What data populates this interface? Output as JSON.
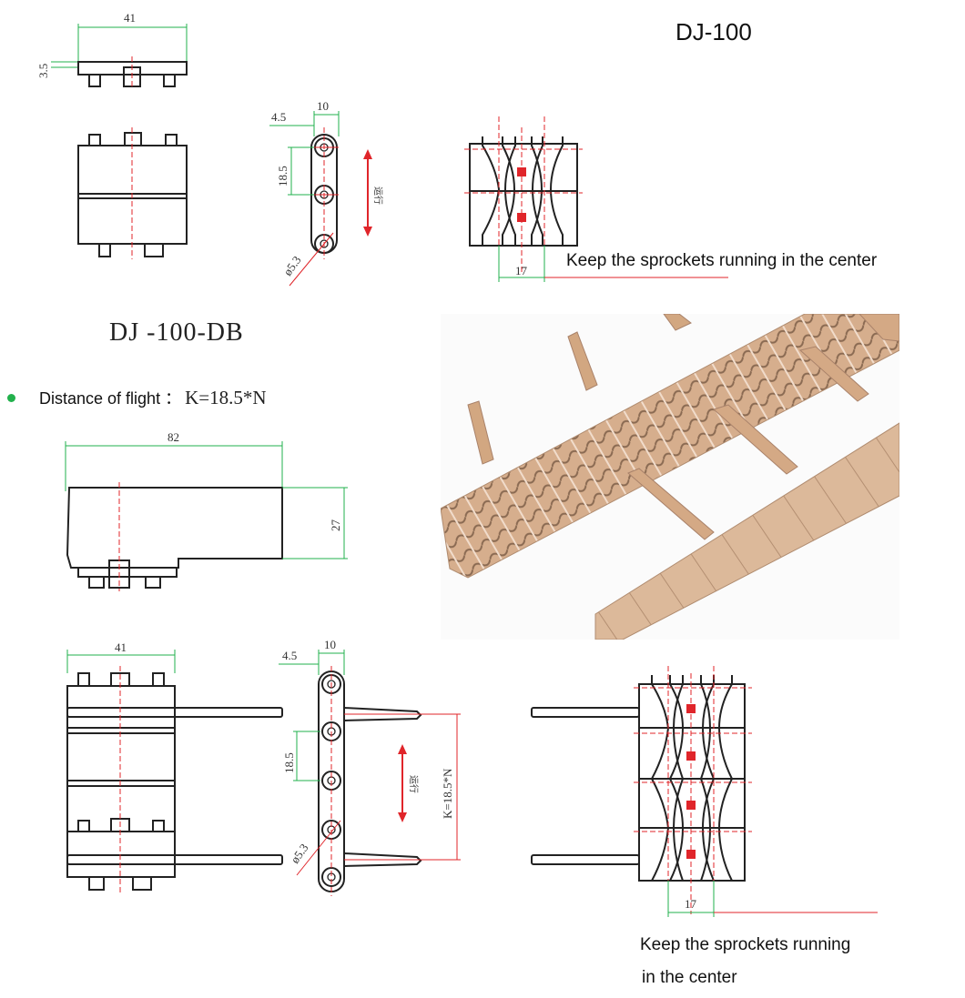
{
  "title": "DJ-100",
  "subtitle": "DJ -100-DB",
  "flight_distance": {
    "bullet_color": "#22b14c",
    "label": "Distance of flight ：",
    "formula": "K=18.5*N"
  },
  "note_top": "Keep the sprockets running in the center",
  "note_bottom_line1": "Keep the sprockets running",
  "note_bottom_line2": "in the center",
  "dimensions": {
    "width_41_top": "41",
    "height_3_5": "3.5",
    "side_4_5_top": "4.5",
    "side_10_top": "10",
    "pitch_18_5_top": "18.5",
    "hole_5_3_top": "ø5.3",
    "direction_top": "运行",
    "sprocket_17_top": "17",
    "width_82": "82",
    "height_27": "27",
    "width_41_bottom": "41",
    "side_4_5_bottom": "4.5",
    "side_10_bottom": "10",
    "pitch_18_5_bottom": "18.5",
    "hole_5_3_bottom": "ø5.3",
    "direction_bottom": "运行",
    "k_formula_vertical": "K=18.5*N",
    "sprocket_17_bottom": "17"
  },
  "colors": {
    "line": "#222222",
    "dimension": "#22b14c",
    "centerline": "#e0252a",
    "belt": "#d9b394"
  }
}
